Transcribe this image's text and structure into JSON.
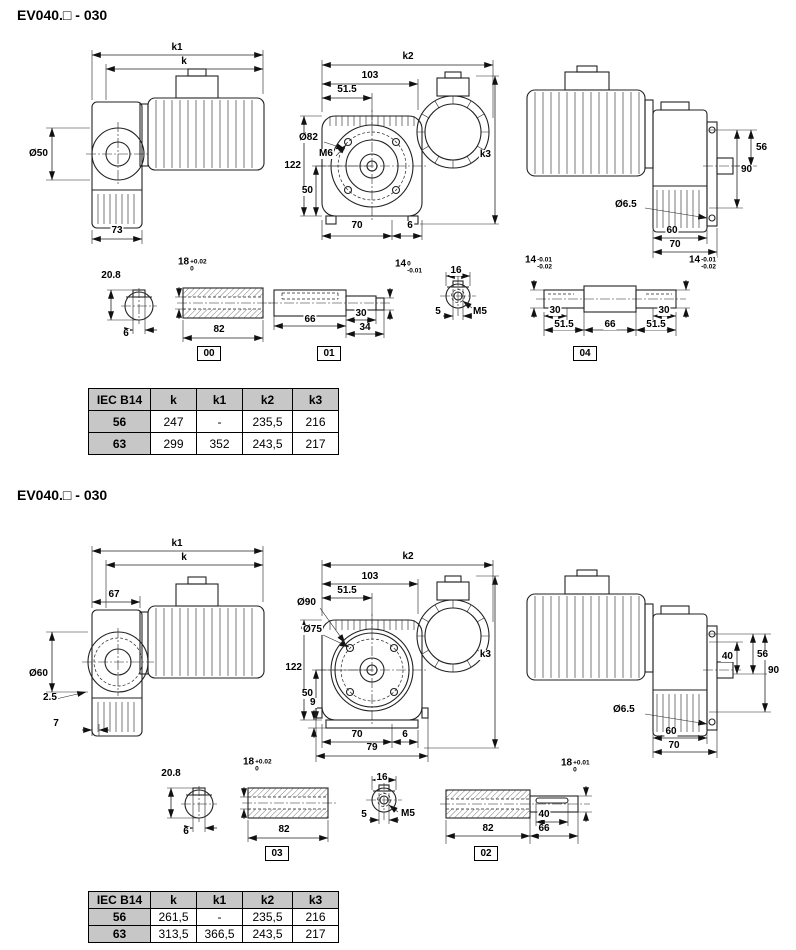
{
  "sections": [
    {
      "title": "EV040.□ - 030",
      "side_view": {
        "k1": "k1",
        "k": "k",
        "bore_dia": "Ø50",
        "width": "73"
      },
      "front_view": {
        "k2": "k2",
        "w103": "103",
        "w51_5": "51.5",
        "flange_dia": "Ø82",
        "screw": "M6",
        "h122": "122",
        "h50": "50",
        "w70": "70",
        "w6": "6",
        "k3": "k3"
      },
      "rear_view": {
        "h56": "56",
        "h90": "90",
        "hole_dia": "Ø6.5",
        "w60": "60",
        "w70": "70"
      },
      "details": {
        "key_section": {
          "height": "20.8",
          "key_width": "6"
        },
        "shaft_00": {
          "dia": "18",
          "tol_up": "+0.02",
          "tol_dn": "0",
          "length": "82",
          "tag": "00"
        },
        "shaft_01": {
          "l66": "66",
          "l30": "30",
          "l34": "34",
          "dia": "14",
          "tol_up": "0",
          "tol_dn": "-0.01",
          "tag": "01"
        },
        "m5_section": {
          "w16": "16",
          "w5": "5",
          "thread": "M5"
        },
        "shaft_04": {
          "dia_left": "14",
          "tol_up_l": "-0.01",
          "tol_dn_l": "-0.02",
          "dia_right": "14",
          "tol_up_r": "-0.01",
          "tol_dn_r": "-0.02",
          "l30_left": "30",
          "l51_left": "51.5",
          "l66": "66",
          "l30_right": "30",
          "l51_right": "51.5",
          "tag": "04"
        }
      },
      "table": {
        "headers": [
          "IEC B14",
          "k",
          "k1",
          "k2",
          "k3"
        ],
        "rows": [
          [
            "56",
            "247",
            "-",
            "235,5",
            "216"
          ],
          [
            "63",
            "299",
            "352",
            "243,5",
            "217"
          ]
        ]
      }
    },
    {
      "title": "EV040.□ - 030",
      "side_view": {
        "k1": "k1",
        "k": "k",
        "w67": "67",
        "flange_dia": "Ø60",
        "d2_5": "2.5",
        "d7": "7"
      },
      "front_view": {
        "k2": "k2",
        "w103": "103",
        "w51_5": "51.5",
        "boss_dia": "Ø90",
        "flange_dia": "Ø75",
        "h122": "122",
        "h50": "50",
        "h9": "9",
        "w70": "70",
        "w6": "6",
        "w79": "79",
        "k3": "k3"
      },
      "rear_view": {
        "h40": "40",
        "h56": "56",
        "h90": "90",
        "hole_dia": "Ø6.5",
        "w60": "60",
        "w70": "70"
      },
      "details": {
        "key_section": {
          "height": "20.8",
          "key_width": "6"
        },
        "shaft_03": {
          "dia": "18",
          "tol_up": "+0.02",
          "tol_dn": "0",
          "length": "82",
          "tag": "03"
        },
        "m5_section": {
          "w16": "16",
          "w5": "5",
          "thread": "M5"
        },
        "shaft_02": {
          "l82": "82",
          "l66": "66",
          "l40": "40",
          "dia": "18",
          "tol_up": "+0.01",
          "tol_dn": "0",
          "tag": "02"
        }
      },
      "table": {
        "headers": [
          "IEC B14",
          "k",
          "k1",
          "k2",
          "k3"
        ],
        "rows": [
          [
            "56",
            "261,5",
            "-",
            "235,5",
            "216"
          ],
          [
            "63",
            "313,5",
            "366,5",
            "243,5",
            "217"
          ]
        ]
      }
    }
  ]
}
